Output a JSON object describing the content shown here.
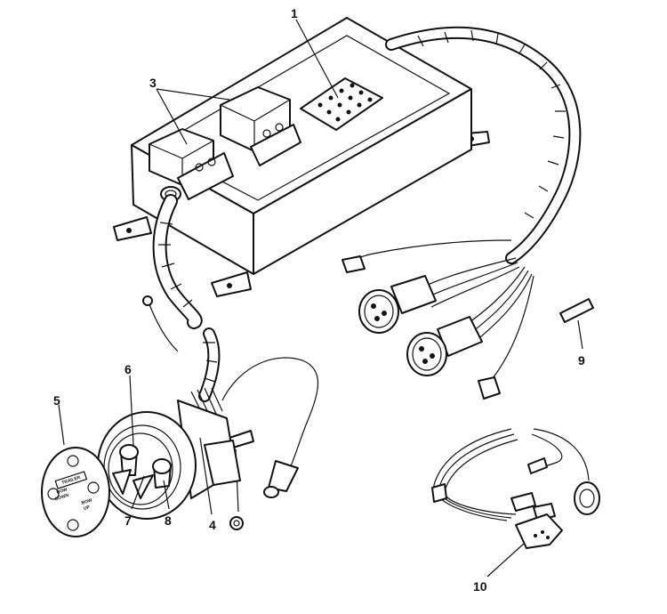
{
  "callouts": {
    "c1": "1",
    "c3": "3",
    "c4": "4",
    "c5": "5",
    "c6": "6",
    "c7": "7",
    "c8": "8",
    "c9": "9",
    "c10": "10"
  },
  "decal": {
    "line1": "TRAILER",
    "line2": "BOW",
    "line3": "DOWN",
    "line4": "BOW",
    "line5": "UP"
  }
}
